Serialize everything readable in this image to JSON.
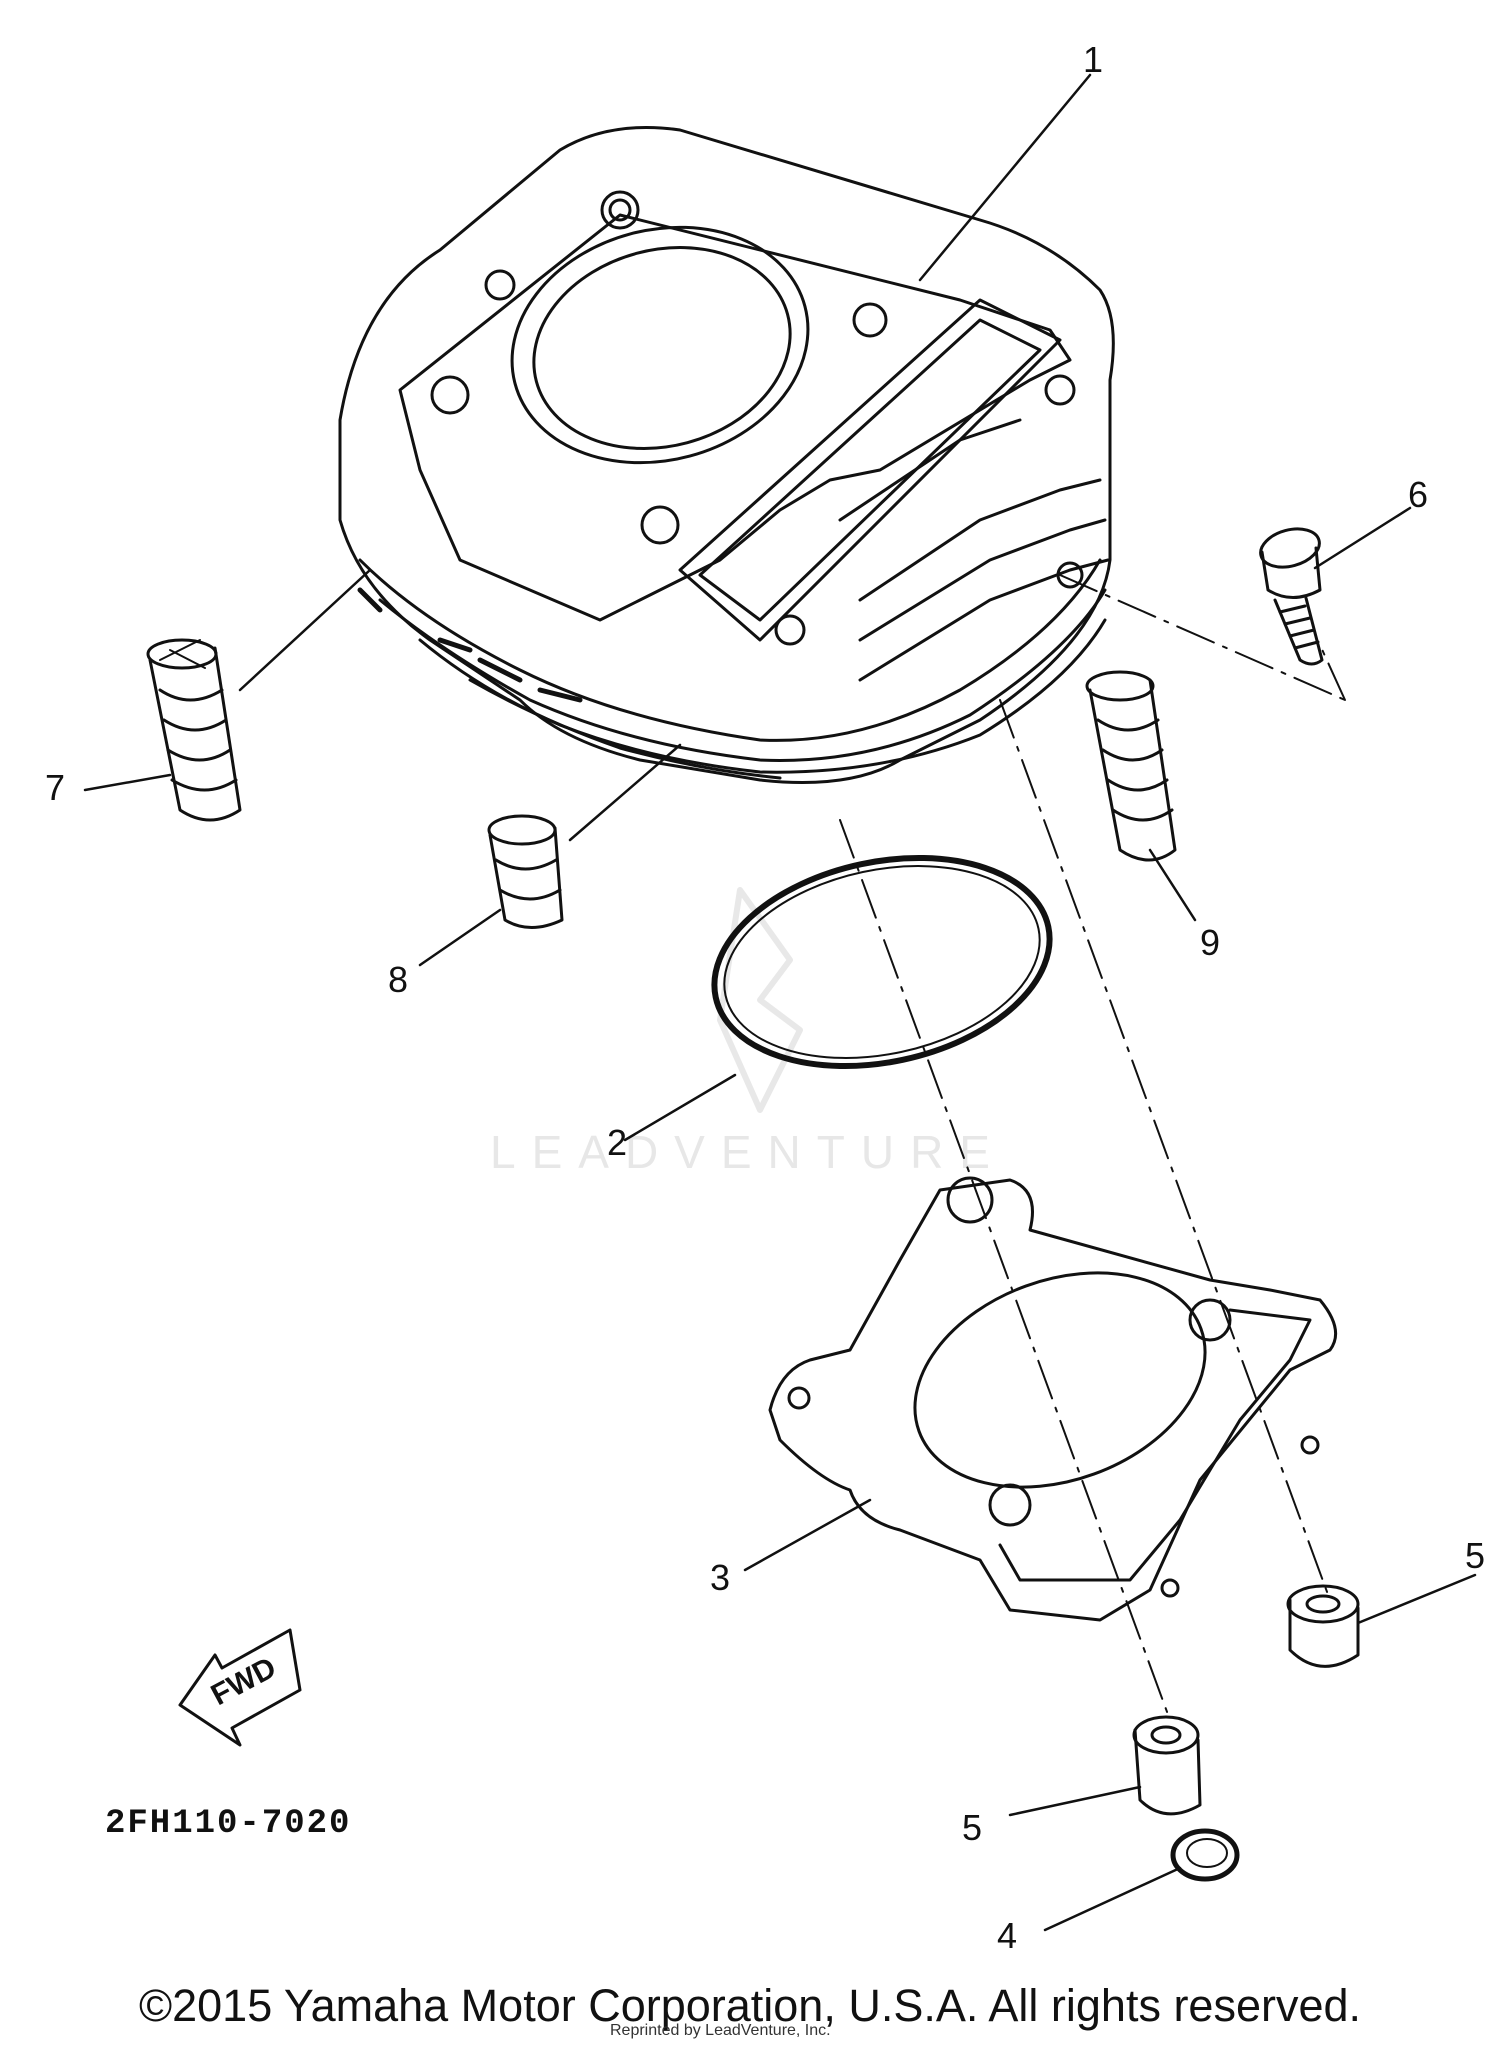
{
  "diagram": {
    "diagram_code": "2FH110-7020",
    "fwd_label": "FWD",
    "watermark": "LEADVENTURE",
    "callouts": {
      "c1": "1",
      "c2": "2",
      "c3": "3",
      "c4": "4",
      "c5a": "5",
      "c5b": "5",
      "c6": "6",
      "c7": "7",
      "c8": "8",
      "c9": "9"
    }
  },
  "footer": {
    "copyright": "©2015 Yamaha Motor Corporation, U.S.A. All rights reserved.",
    "sub_notice": "Reprinted by LeadVenture, Inc."
  }
}
